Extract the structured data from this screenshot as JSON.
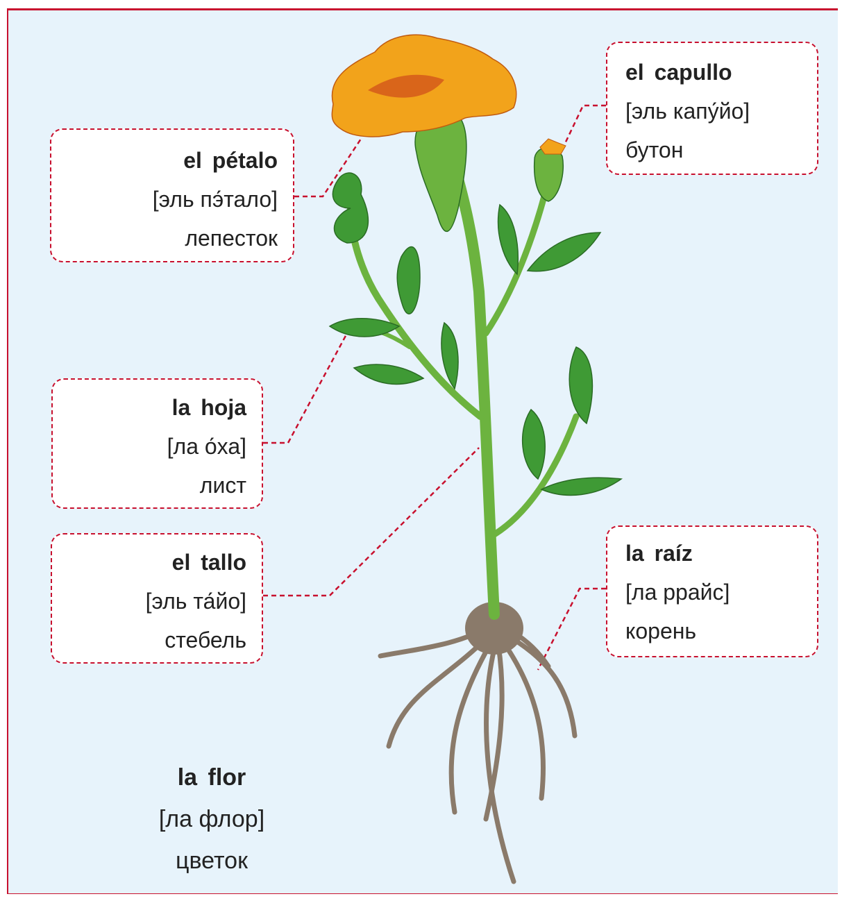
{
  "labels": {
    "petalo": {
      "term": "el pétalo",
      "pronunciation": "[эль пэ́тало]",
      "translation": "лепесток"
    },
    "capullo": {
      "term": "el capullo",
      "pronunciation": "[эль капу́йо]",
      "translation": "бутон"
    },
    "hoja": {
      "term": "la hoja",
      "pronunciation": "[ла о́ха]",
      "translation": "лист"
    },
    "tallo": {
      "term": "el tallo",
      "pronunciation": "[эль та́йо]",
      "translation": "стебель"
    },
    "raiz": {
      "term": "la raíz",
      "pronunciation": "[ла ррайс]",
      "translation": "корень"
    }
  },
  "caption": {
    "term": "la flor",
    "pronunciation": "[ла флор]",
    "translation": "цветок"
  },
  "colors": {
    "accent": "#c8102e",
    "background": "#e7f3fb",
    "stem": "#6cb33f",
    "leaf": "#3f9a35",
    "petal": "#f2a31b",
    "root": "#8a7a6a"
  }
}
